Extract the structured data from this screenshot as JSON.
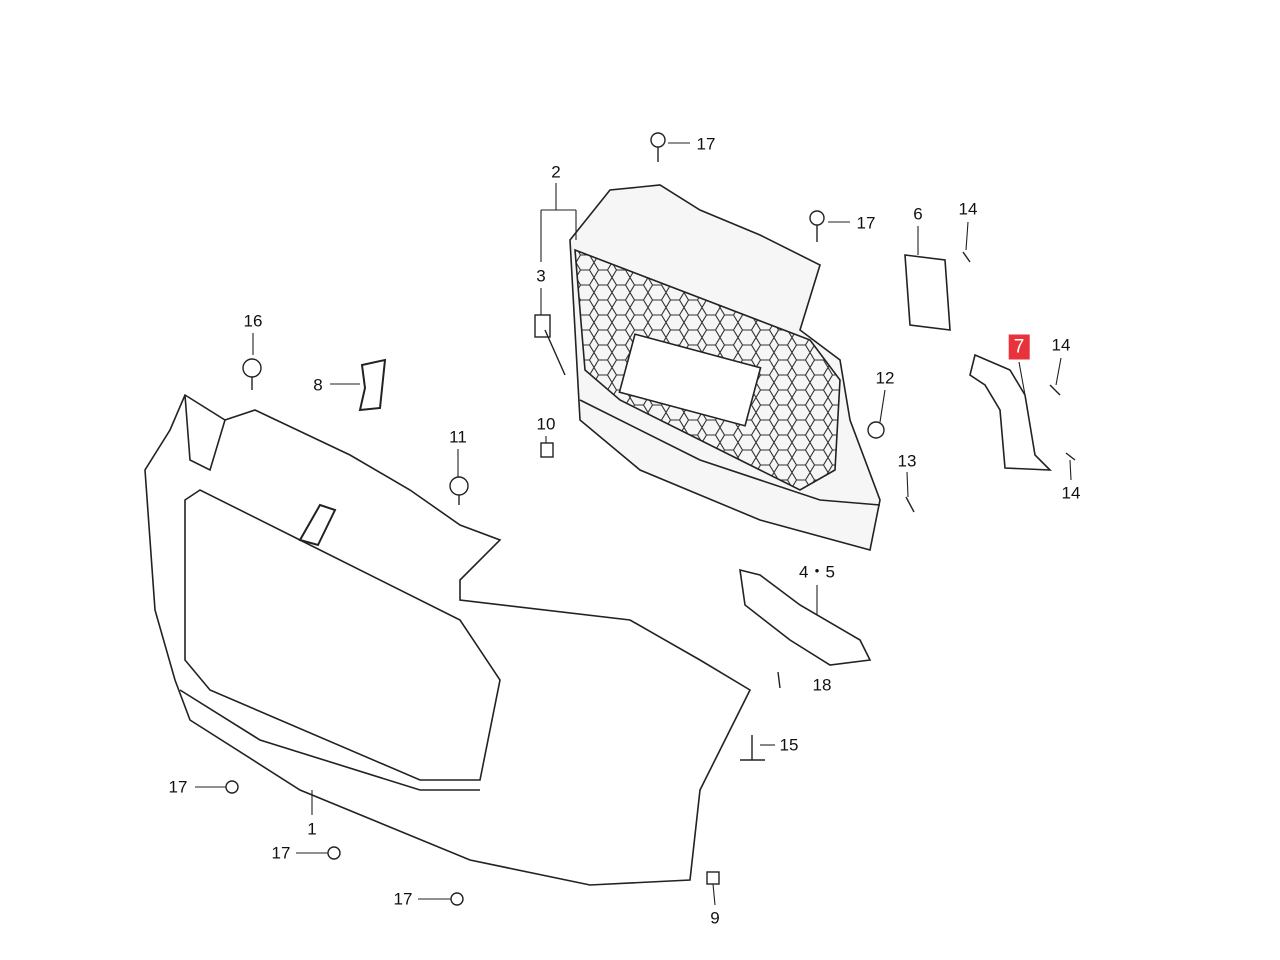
{
  "title": "Front bumper exploded parts diagram",
  "highlight_color": "#e8323c",
  "callouts": [
    {
      "id": "c17a",
      "text": "17"
    },
    {
      "id": "c2",
      "text": "2"
    },
    {
      "id": "c17b",
      "text": "17"
    },
    {
      "id": "c6",
      "text": "6"
    },
    {
      "id": "c14a",
      "text": "14"
    },
    {
      "id": "c3",
      "text": "3"
    },
    {
      "id": "c16",
      "text": "16"
    },
    {
      "id": "c8",
      "text": "8"
    },
    {
      "id": "c7",
      "text": "7",
      "highlighted": true
    },
    {
      "id": "c14b",
      "text": "14"
    },
    {
      "id": "c12",
      "text": "12"
    },
    {
      "id": "c10",
      "text": "10"
    },
    {
      "id": "c11",
      "text": "11"
    },
    {
      "id": "c13",
      "text": "13"
    },
    {
      "id": "c14c",
      "text": "14"
    },
    {
      "id": "c45",
      "text": "4・5"
    },
    {
      "id": "c18",
      "text": "18"
    },
    {
      "id": "c15",
      "text": "15"
    },
    {
      "id": "c17c",
      "text": "17"
    },
    {
      "id": "c1",
      "text": "1"
    },
    {
      "id": "c17d",
      "text": "17"
    },
    {
      "id": "c17e",
      "text": "17"
    },
    {
      "id": "c9",
      "text": "9"
    }
  ]
}
